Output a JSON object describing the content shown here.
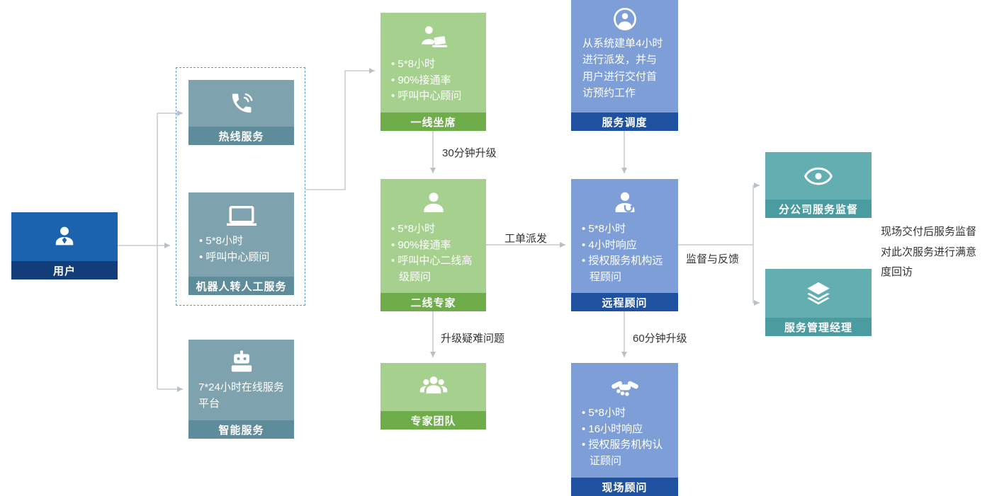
{
  "nodes": {
    "user": {
      "label": "用户",
      "icon": "support-agent-icon"
    },
    "hotline": {
      "label": "热线服务",
      "icon": "phone-icon"
    },
    "robot": {
      "label": "机器人转人工服务",
      "icon": "laptop-icon",
      "bullets": [
        "5*8小时",
        "呼叫中心顾问"
      ]
    },
    "smart": {
      "label": "智能服务",
      "icon": "robot-icon",
      "desc": "7*24小时在线服务平台"
    },
    "tier1": {
      "label": "一线坐席",
      "icon": "agent-desk-icon",
      "bullets": [
        "5*8小时",
        "90%接通率",
        "呼叫中心顾问"
      ]
    },
    "tier2": {
      "label": "二线专家",
      "icon": "person-icon",
      "bullets": [
        "5*8小时",
        "90%接通率",
        "呼叫中心二线高级顾问"
      ]
    },
    "experts": {
      "label": "专家团队",
      "icon": "group-icon"
    },
    "dispatch": {
      "label": "服务调度",
      "icon": "headset-agent-icon",
      "desc": "从系统建单4小时进行派发，并与用户进行交付首访预约工作"
    },
    "remote": {
      "label": "远程顾问",
      "icon": "consultant-icon",
      "bullets": [
        "5*8小时",
        "4小时响应",
        "授权服务机构远程顾问"
      ]
    },
    "onsite": {
      "label": "现场顾问",
      "icon": "handshake-icon",
      "bullets": [
        "5*8小时",
        "16小时响应",
        "授权服务机构认证顾问"
      ]
    },
    "branch_supervision": {
      "label": "分公司服务监督",
      "icon": "eye-icon"
    },
    "service_manager": {
      "label": "服务管理经理",
      "icon": "layers-icon"
    }
  },
  "edges": {
    "upgrade_30": "30分钟升级",
    "ticket_dispatch": "工单派发",
    "escalate_difficult": "升级疑难问题",
    "upgrade_60": "60分钟升级",
    "supervision_feedback": "监督与反馈"
  },
  "annotation": {
    "lines": [
      "现场交付后服务监督",
      "对此次服务进行满意",
      "度回访"
    ]
  },
  "colors": {
    "user_body": "#1b63ae",
    "user_label": "#113e78",
    "teal_body": "#7ea3af",
    "teal_label": "#5e8c9b",
    "green_body": "#a6d08e",
    "green_label": "#6fad4b",
    "blue_body": "#7e9ed7",
    "blue_label": "#1e52a0",
    "cyan_body": "#62aeb1",
    "cyan_label": "#4a9ca0",
    "arrow": "#c4cbcf",
    "dashed_border": "#5b9bd5"
  }
}
